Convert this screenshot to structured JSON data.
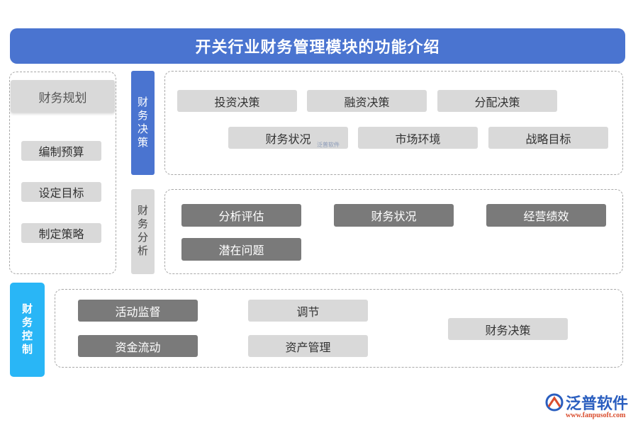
{
  "title": "开关行业财务管理模块的功能介绍",
  "planning": {
    "heading": "财务规划",
    "items": [
      "编制预算",
      "设定目标",
      "制定策略"
    ]
  },
  "decision": {
    "label": "财务决策",
    "row1": [
      "投资决策",
      "融资决策",
      "分配决策"
    ],
    "row2": [
      "财务状况",
      "市场环境",
      "战略目标"
    ]
  },
  "analysis": {
    "label": "财务分析",
    "row1": [
      "分析评估",
      "财务状况",
      "经营绩效"
    ],
    "row2": [
      "潜在问题"
    ]
  },
  "control": {
    "label": "财务控制",
    "col1": [
      "活动监督",
      "资金流动"
    ],
    "col2": [
      "调节",
      "资产管理"
    ],
    "col3": [
      "财务决策"
    ]
  },
  "watermark": "泛普软件",
  "logo": {
    "name": "泛普软件",
    "url": "www.fanpusoft.com"
  },
  "colors": {
    "title_bar": "#4a74d0",
    "decision_label": "#4a74d0",
    "control_label": "#29b6f6",
    "light_pill": "#d9d9d9",
    "dark_pill": "#7a7a7a"
  }
}
